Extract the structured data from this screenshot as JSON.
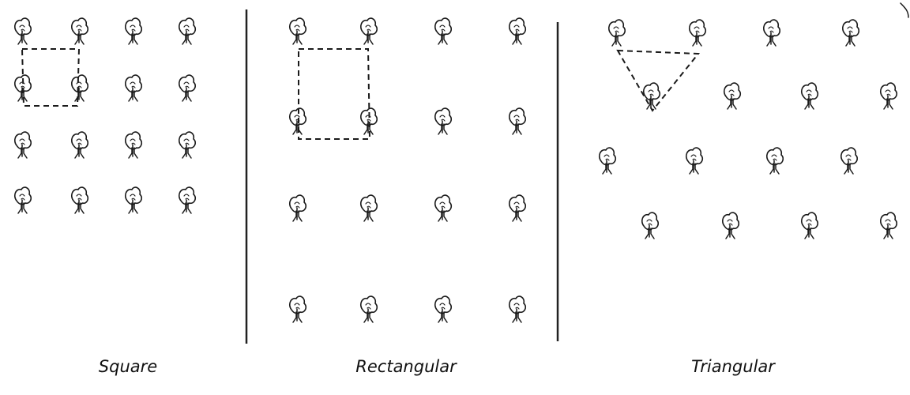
{
  "panels": [
    {
      "id": "square",
      "caption": "Square"
    },
    {
      "id": "rectangular",
      "caption": "Rectangular"
    },
    {
      "id": "triangular",
      "caption": "Triangular"
    }
  ]
}
